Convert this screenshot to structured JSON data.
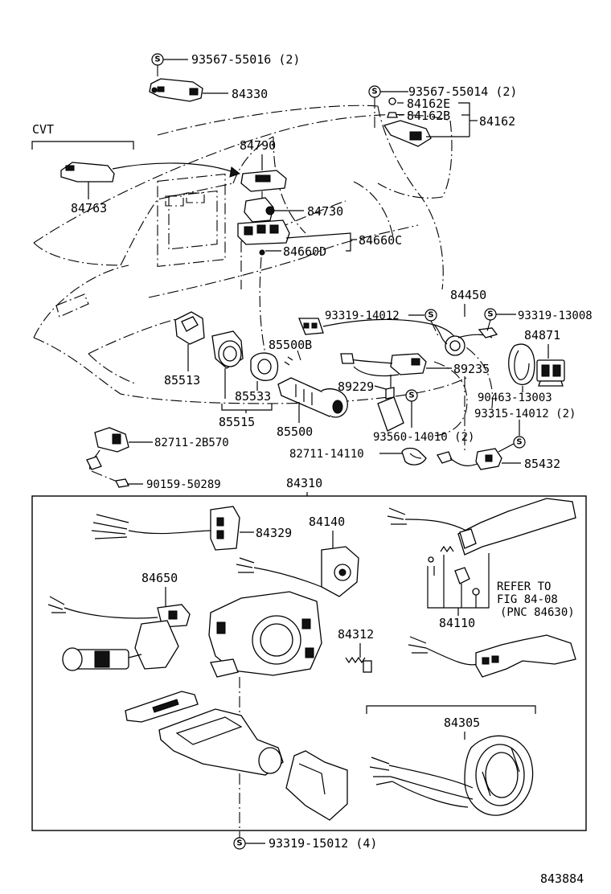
{
  "diagram_code": "843884",
  "section_labels": {
    "cvt": "CVT"
  },
  "screw_symbol": "S",
  "parts": {
    "p93567_55016": "93567-55016 (2)",
    "p84330": "84330",
    "p93567_55014": "93567-55014 (2)",
    "p84162E": "84162E",
    "p84162B": "84162B",
    "p84162": "84162",
    "p84790": "84790",
    "p84763": "84763",
    "p84730": "84730",
    "p84660C": "84660C",
    "p84660D": "84660D",
    "p84450": "84450",
    "p93319_14012": "93319-14012",
    "p93319_13008": "93319-13008",
    "p84871": "84871",
    "p85500B": "85500B",
    "p89235": "89235",
    "p85513": "85513",
    "p89229": "89229",
    "p90463_13003": "90463-13003",
    "p85533": "85533",
    "p93315_14012": "93315-14012 (2)",
    "p85515": "85515",
    "p85500": "85500",
    "p93560_14010": "93560-14010 (2)",
    "p82711_2B570": "82711-2B570",
    "p82711_14110": "82711-14110",
    "p85432": "85432",
    "p90159_50289": "90159-50289",
    "p84310": "84310",
    "p84329": "84329",
    "p84140": "84140",
    "p84650": "84650",
    "p84312": "84312",
    "p84110": "84110",
    "p84305": "84305",
    "p93319_15012": "93319-15012 (4)"
  },
  "refer_note": {
    "line1": "REFER TO",
    "line2": "FIG 84-08",
    "line3": "(PNC 84630)"
  }
}
